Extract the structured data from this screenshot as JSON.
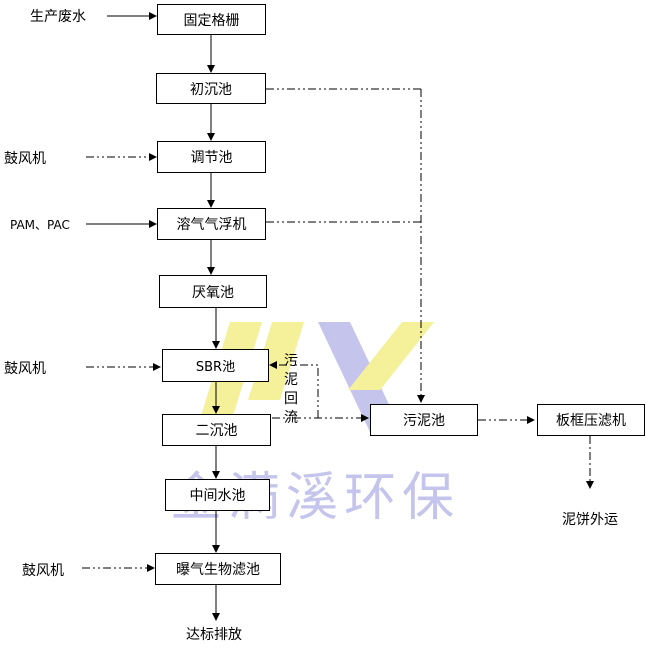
{
  "watermark": {
    "text": "金满溪环保",
    "logo_color": "#f4f19a",
    "text_color": "#c4c4ec"
  },
  "inputs": {
    "wastewater": "生产废水",
    "blower_1": "鼓风机",
    "chemicals": "PAM、PAC",
    "blower_2": "鼓风机",
    "blower_3": "鼓风机"
  },
  "process": {
    "fixed_grid": "固定格栅",
    "primary_tank": "初沉池",
    "equalization_tank": "调节池",
    "daf_machine": "溶气气浮机",
    "anaerobic_tank": "厌氧池",
    "sbr_tank": "SBR池",
    "secondary_tank": "二沉池",
    "intermediate_tank": "中间水池",
    "aerated_biofilter": "曝气生物滤池",
    "discharge": "达标排放"
  },
  "sludge": {
    "sludge_tank": "污泥池",
    "filter_press": "板框压滤机",
    "cake_out": "泥饼外运",
    "return_label": [
      "污",
      "泥",
      "回",
      "流"
    ]
  }
}
